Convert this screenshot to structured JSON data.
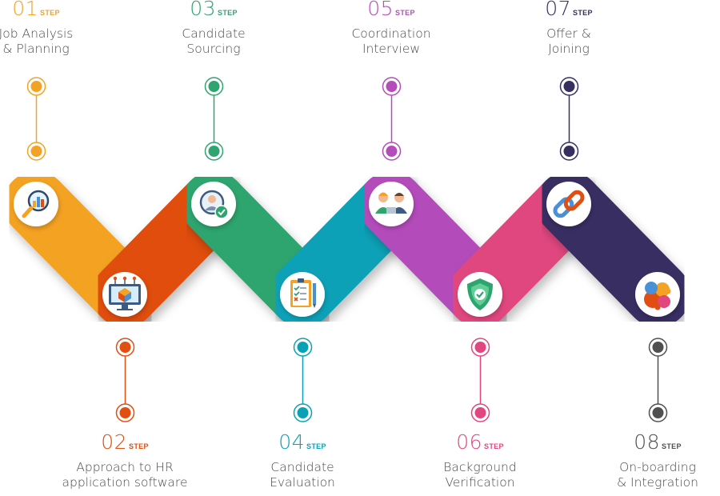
{
  "steps": [
    {
      "num": "01",
      "word": "STEP",
      "title": [
        "Job Analysis",
        "& Planning"
      ],
      "color": "#f4a224",
      "icon": "magnifier-chart-icon"
    },
    {
      "num": "02",
      "word": "STEP",
      "title": [
        "Approach to HR",
        "application software"
      ],
      "color": "#e04e11",
      "icon": "monitor-network-icon"
    },
    {
      "num": "03",
      "word": "STEP",
      "title": [
        "Candidate",
        "Sourcing"
      ],
      "color": "#2ea56e",
      "icon": "candidate-check-icon"
    },
    {
      "num": "04",
      "word": "STEP",
      "title": [
        "Candidate",
        "Evaluation"
      ],
      "color": "#0aa1b8",
      "icon": "clipboard-checklist-icon"
    },
    {
      "num": "05",
      "word": "STEP",
      "title": [
        "Coordination",
        "Interview"
      ],
      "color": "#b44cbb",
      "icon": "interview-people-icon"
    },
    {
      "num": "06",
      "word": "STEP",
      "title": [
        "Background",
        "Verification"
      ],
      "color": "#e1467f",
      "icon": "shield-check-icon"
    },
    {
      "num": "07",
      "word": "STEP",
      "title": [
        "Offer &",
        "Joining"
      ],
      "color": "#372e62",
      "icon": "chain-link-icon"
    },
    {
      "num": "08",
      "word": "STEP",
      "title": [
        "On-boarding",
        "& Integration"
      ],
      "color": "#505050",
      "icon": "puzzle-pieces-icon"
    }
  ]
}
